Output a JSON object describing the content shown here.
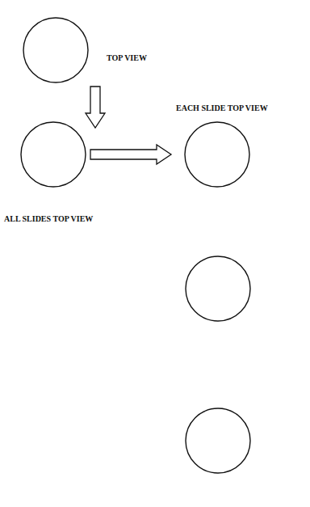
{
  "diagram": {
    "nodes": [
      {
        "text": [
          "TOP VIEW"
        ]
      },
      {
        "text": [
          "ALL SLIDES TOP VIEW"
        ]
      },
      {
        "text": [
          "EACH SLIDE TOP VIEW"
        ]
      }
    ],
    "edges": [
      {
        "from": 0,
        "to": 1,
        "arrow": "to"
      },
      {
        "from": 1,
        "to": 2,
        "arrow": "to"
      }
    ]
  }
}
